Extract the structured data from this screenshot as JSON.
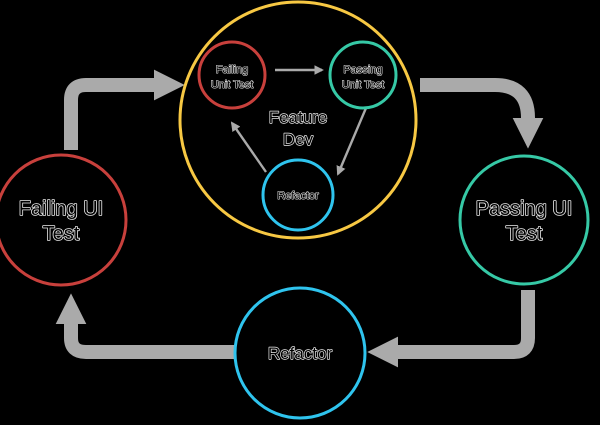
{
  "colors": {
    "background": "#000000",
    "red": "#c8403c",
    "teal": "#36c9a6",
    "cyan": "#2fc4ee",
    "yellow": "#f7c843",
    "gray_arrow": "#aaaaaa",
    "label_outline": "#e8e8e8"
  },
  "nodes": {
    "failing_ui_test": {
      "line1": "Failing UI",
      "line2": "Test"
    },
    "passing_ui_test": {
      "line1": "Passing UI",
      "line2": "Test"
    },
    "refactor_outer": {
      "label": "Refactor"
    },
    "feature_dev": {
      "line1": "Feature",
      "line2": "Dev"
    },
    "failing_unit_test": {
      "line1": "Failing",
      "line2": "Unit Test"
    },
    "passing_unit_test": {
      "line1": "Passing",
      "line2": "Unit Test"
    },
    "refactor_inner": {
      "label": "Refactor"
    }
  }
}
